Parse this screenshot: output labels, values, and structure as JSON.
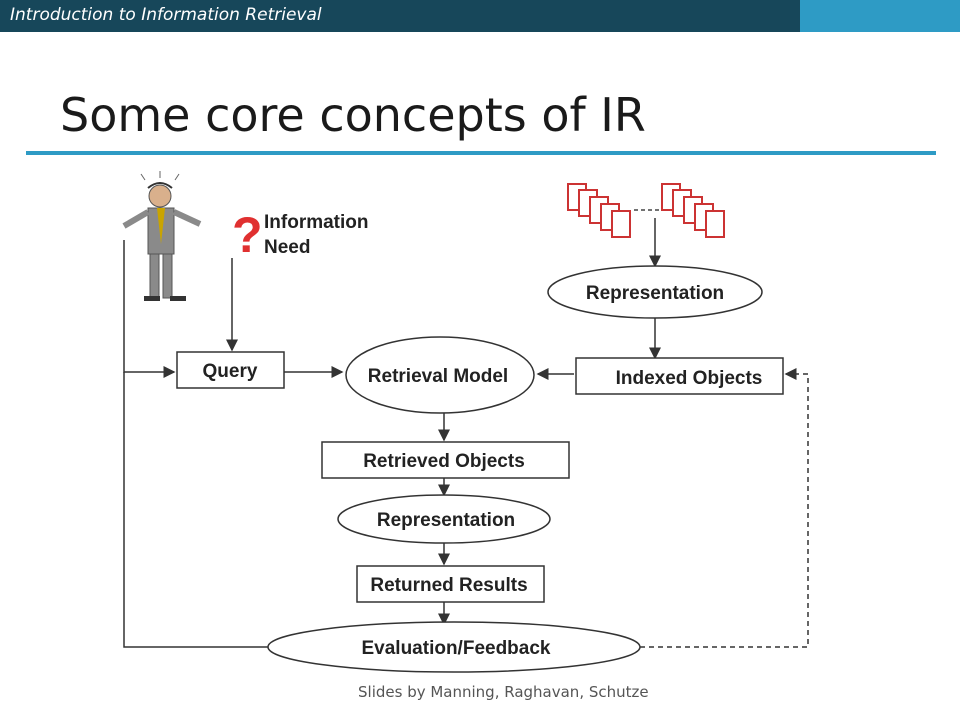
{
  "header": {
    "course": "Introduction to Information Retrieval"
  },
  "slide": {
    "title": "Some core concepts of IR",
    "footer": "Slides by Manning, Raghavan, Schutze"
  },
  "diagram": {
    "information_need_line1": "Information",
    "information_need_line2": "Need",
    "query": "Query",
    "retrieval_model": "Retrieval Model",
    "indexed_objects": "Indexed Objects",
    "representation_top": "Representation",
    "retrieved_objects": "Retrieved Objects",
    "representation_mid": "Representation",
    "returned_results": "Returned Results",
    "evaluation_feedback": "Evaluation/Feedback",
    "question_mark": "?"
  }
}
